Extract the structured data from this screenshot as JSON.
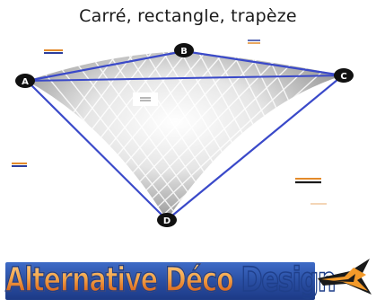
{
  "title": "Carré, rectangle, trapèze",
  "vertices": {
    "a": "A",
    "b": "B",
    "c": "C",
    "d": "D"
  },
  "logo": {
    "text": "Alternative Déco Design"
  },
  "colors": {
    "edge": "#3a49c9",
    "vertex_badge": "#111111",
    "logo_orange": "#ef8a2a",
    "logo_blue": "#2a4fa3",
    "mark_orange": "#f39a2a",
    "mark_dark": "#1a1a1a"
  },
  "icons": {
    "vertex_marker": "vertex-badge-icon",
    "logo_mark": "sail-logo-icon"
  }
}
